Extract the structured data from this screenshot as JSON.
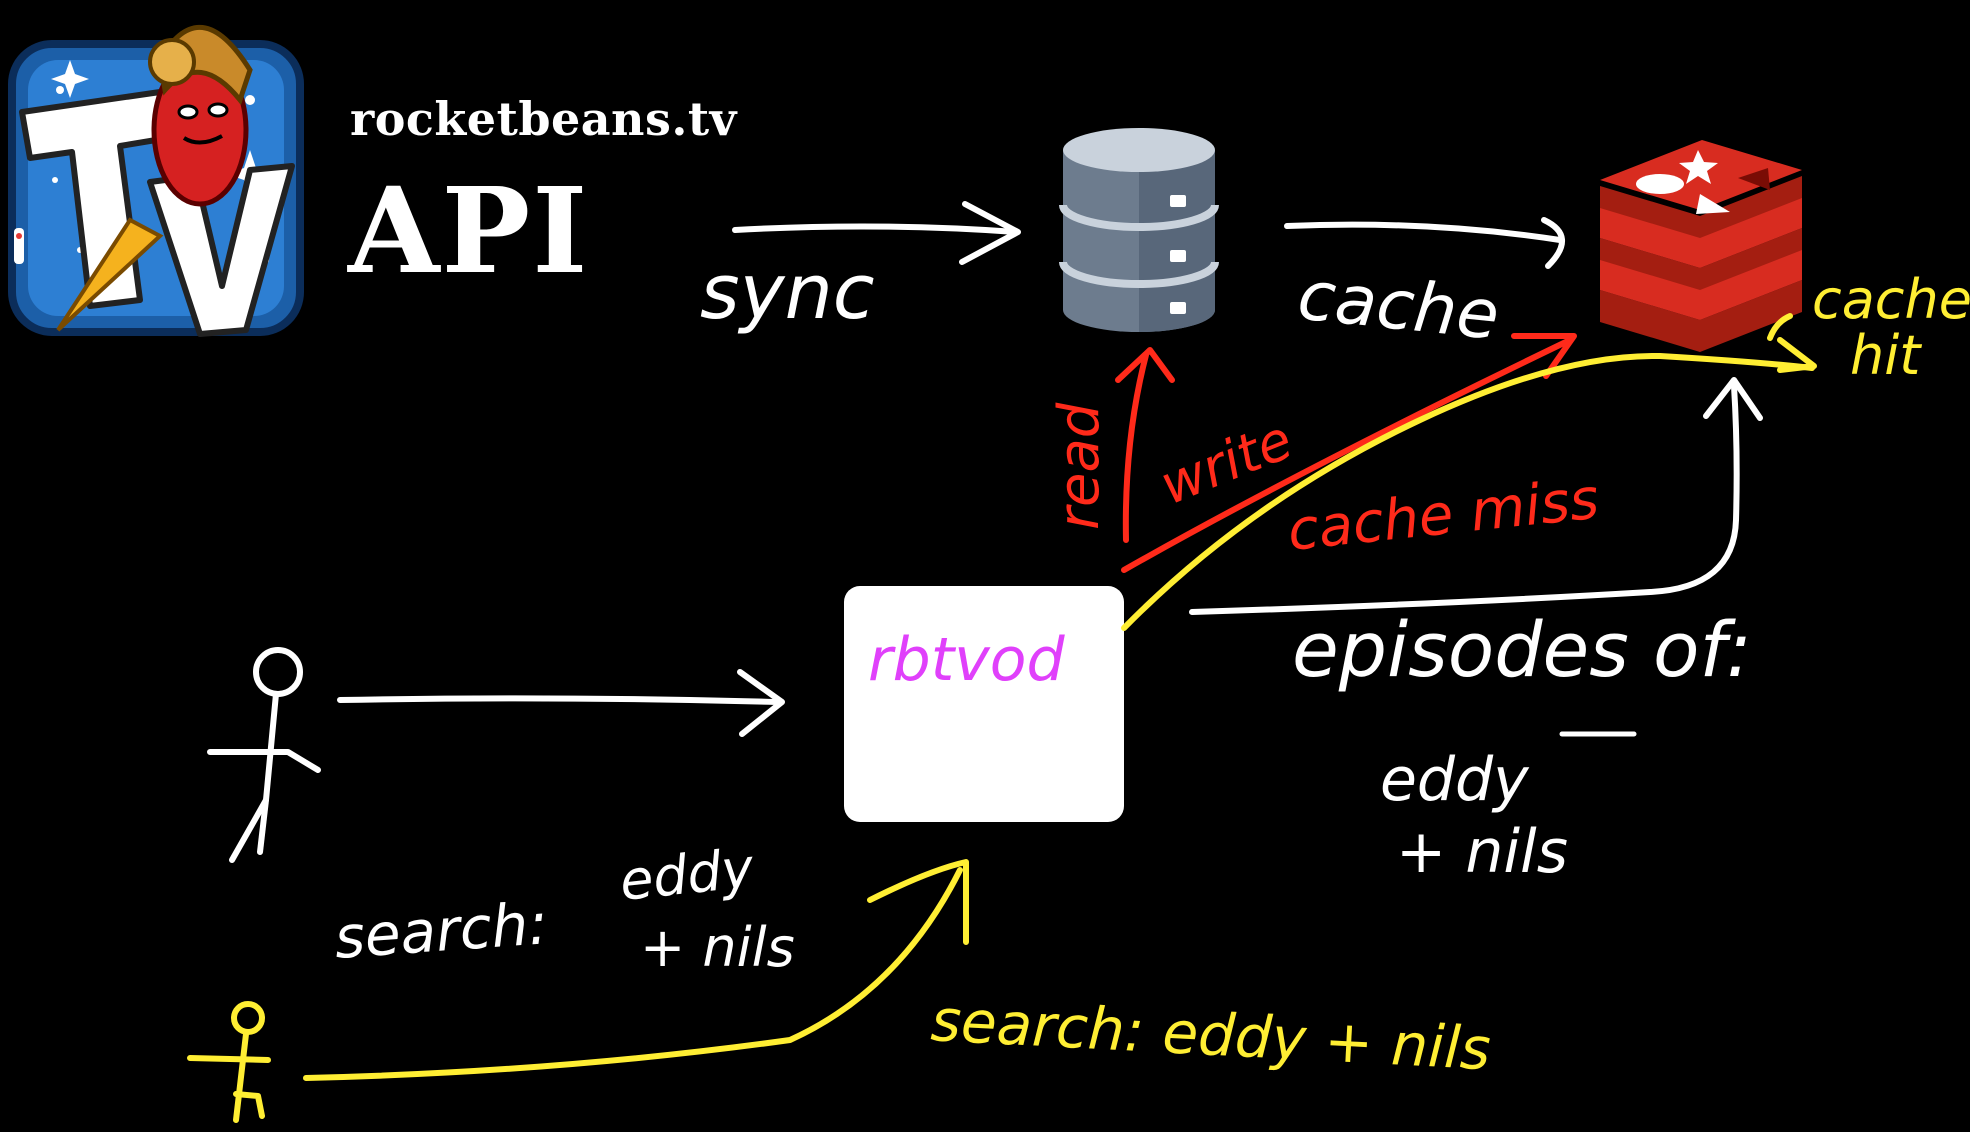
{
  "brand": {
    "site": "rocketbeans.tv",
    "product": "API"
  },
  "labels": {
    "sync": "sync",
    "cache": "cache",
    "read": "read",
    "write": "write",
    "cache_miss": "cache miss",
    "cache_hit": "cache hit",
    "service": "rbtvod",
    "episodes_of": "episodes of:",
    "episodes_query_line1": "eddy",
    "episodes_query_line2": "+ nils",
    "search_white_prefix": "search:",
    "search_white_line1": "eddy",
    "search_white_line2": "+ nils",
    "search_yellow": "search: eddy + nils"
  },
  "colors": {
    "background": "#000000",
    "white": "#ffffff",
    "red": "#ff2a1a",
    "yellow": "#ffee33",
    "magenta": "#e040fb",
    "db_body": "#6d7c8e",
    "db_top": "#c9d2dc",
    "redis": "#d63a2f"
  },
  "icons": {
    "logo": "rocketbeans-tv-logo-icon",
    "database": "database-icon",
    "cache_store": "redis-cache-icon",
    "user_1": "stick-figure-user-icon",
    "user_2": "stick-figure-user-icon"
  }
}
